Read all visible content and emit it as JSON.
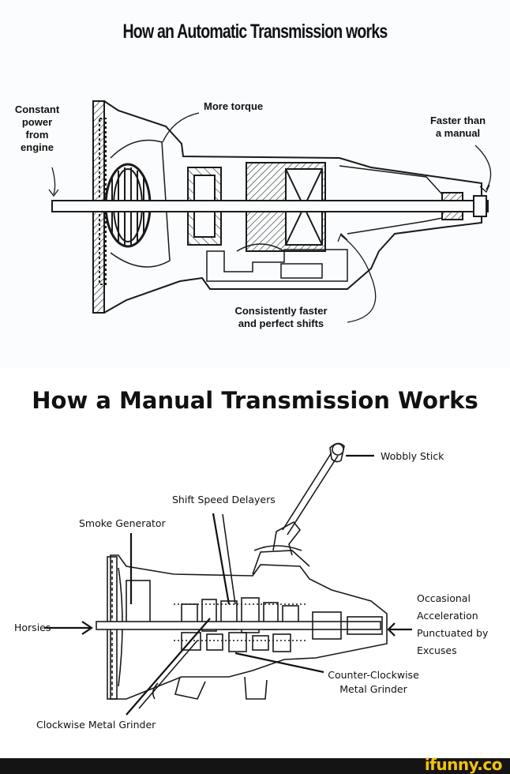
{
  "automatic": {
    "title": "How an Automatic Transmission works",
    "labels": {
      "constant_power": [
        "Constant",
        "power",
        "from",
        "engine"
      ],
      "more_torque": "More torque",
      "faster_than_manual": [
        "Faster than",
        "a manual"
      ],
      "consistent_shifts": [
        "Consistently faster",
        "and perfect shifts"
      ]
    }
  },
  "manual": {
    "title": "How a Manual Transmission Works",
    "labels": {
      "wobbly_stick": "Wobbly Stick",
      "shift_speed_delayers": "Shift Speed Delayers",
      "smoke_generator": "Smoke Generator",
      "horsies": "Horsies",
      "occasional_acceleration": [
        "Occasional",
        "Acceleration",
        "Punctuated by",
        "Excuses"
      ],
      "counter_clockwise": [
        "Counter-Clockwise",
        "Metal Grinder"
      ],
      "clockwise": "Clockwise Metal Grinder"
    }
  },
  "footer": {
    "watermark": "ifunny.co",
    "watermark_color": "#f4c20d"
  }
}
